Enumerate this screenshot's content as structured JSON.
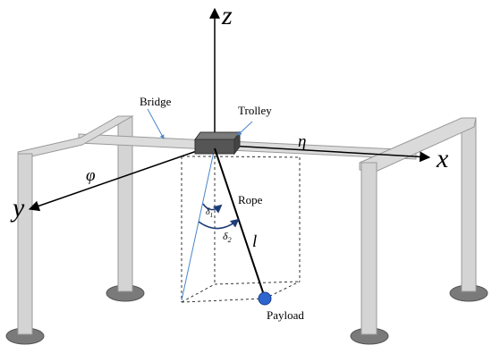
{
  "labels": {
    "axis_z": "z",
    "axis_x": "x",
    "axis_y": "y",
    "phi": "φ",
    "eta": "η",
    "bridge": "Bridge",
    "trolley": "Trolley",
    "rope": "Rope",
    "rope_length": "l",
    "payload": "Payload",
    "delta1": "δ",
    "delta1_sub": "1",
    "delta2": "δ",
    "delta2_sub": "2"
  },
  "colors": {
    "pillar_fill": "#d4d4d4",
    "pillar_edge": "#9a9a9a",
    "base_fill": "#7a7a7a",
    "trolley_fill": "#555555",
    "leader": "#4a86c8",
    "payload": "#2e66d0",
    "rope": "#000000",
    "arc": "#1f3d7a"
  }
}
